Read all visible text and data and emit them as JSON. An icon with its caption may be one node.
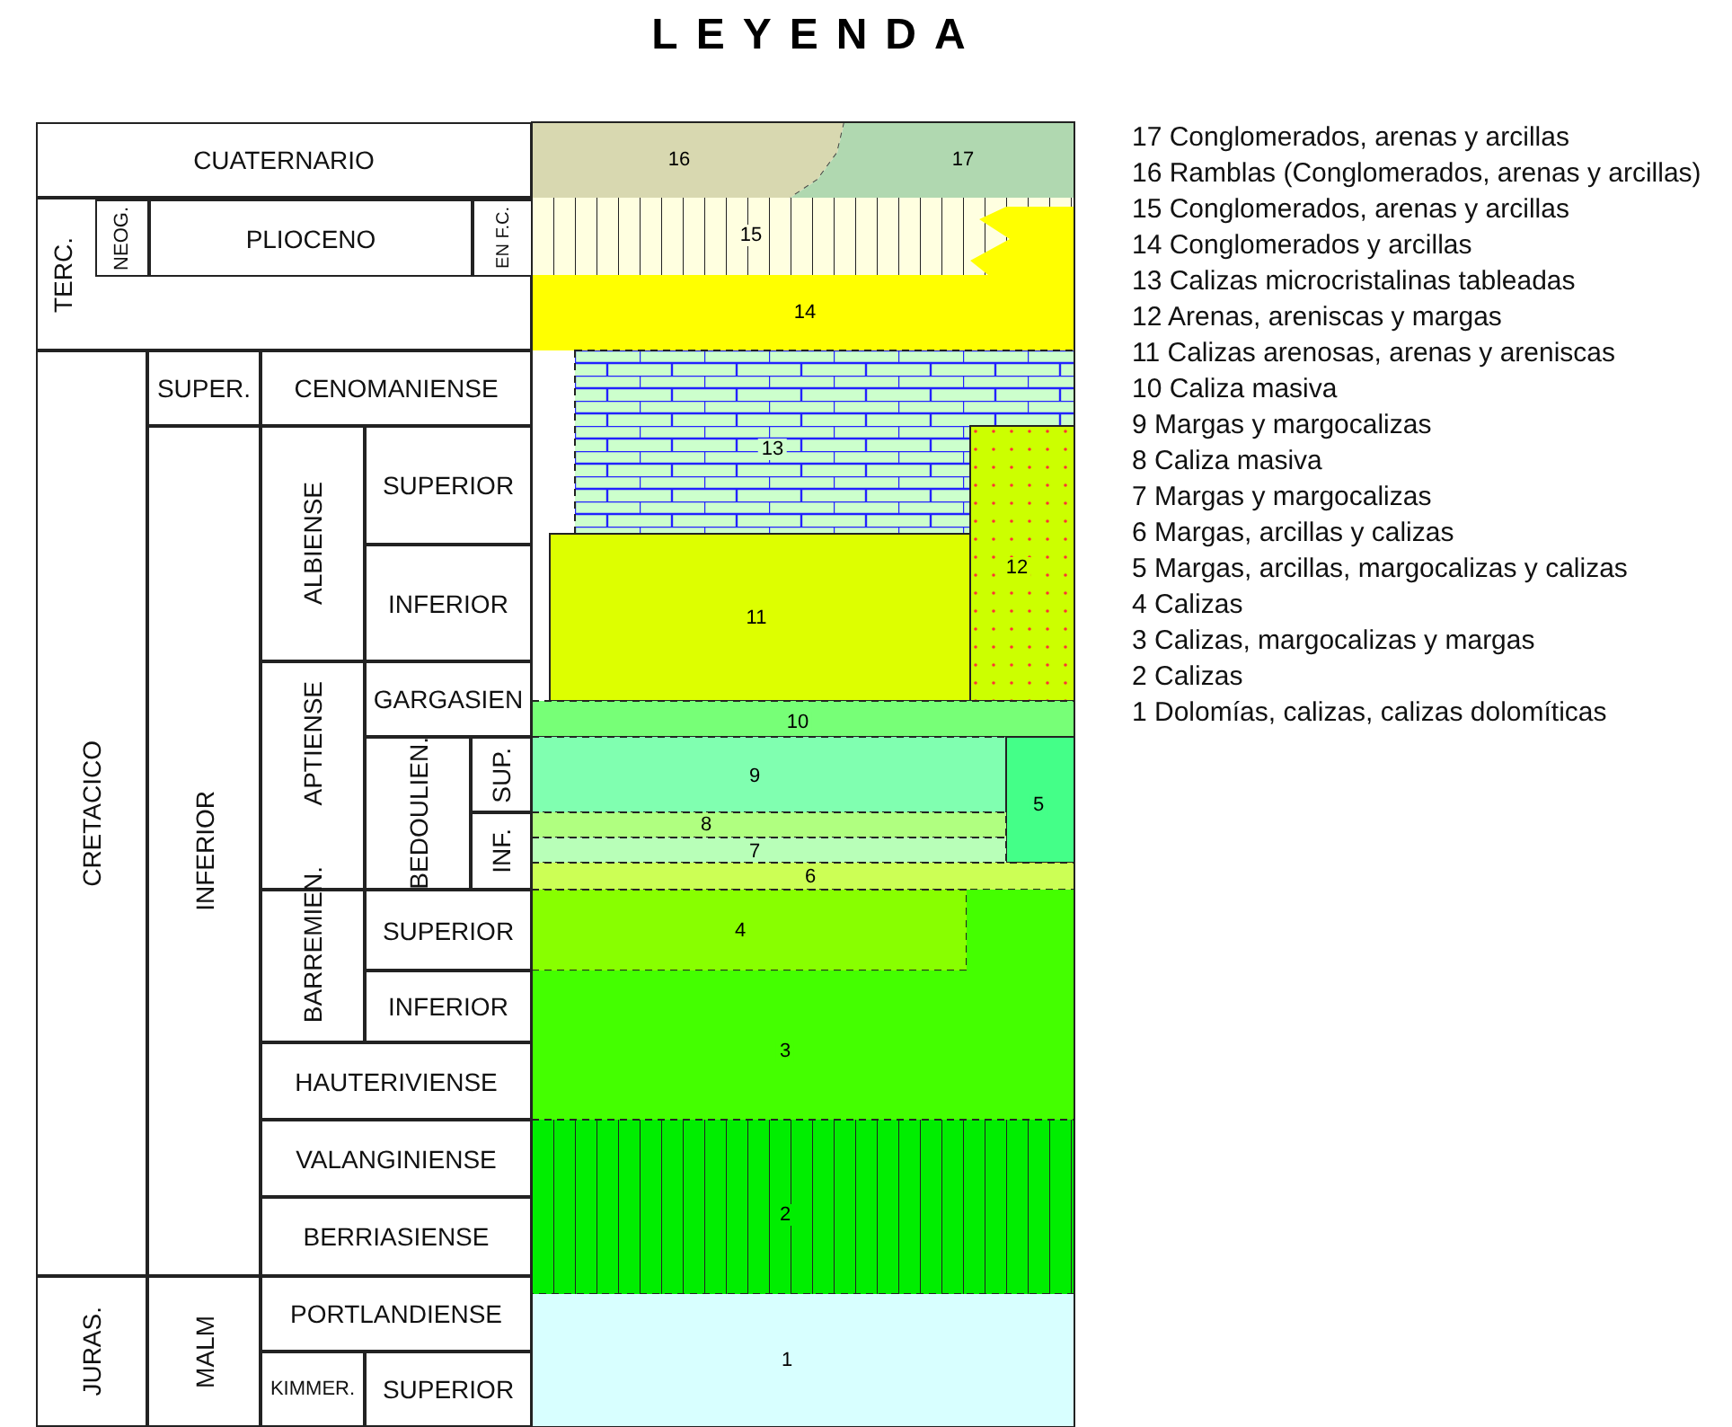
{
  "diagram": {
    "title": "LEYENDA",
    "nodes": [
      {
        "text": [
          "CUATERNARIO"
        ]
      },
      {
        "text": [
          "TERC."
        ]
      },
      {
        "text": [
          "NEOG."
        ],
        "in": 1
      },
      {
        "text": [
          "PLIOCENO"
        ],
        "in": 1
      },
      {
        "text": [
          "EN F.C."
        ],
        "in": 1
      },
      {
        "text": [
          "CRETACICO"
        ]
      },
      {
        "text": [
          "SUPER."
        ]
      },
      {
        "text": [
          "CENOMANIENSE"
        ]
      },
      {
        "text": [
          "INFERIOR"
        ]
      },
      {
        "text": [
          "ALBIENSE"
        ]
      },
      {
        "text": [
          "SUPERIOR"
        ]
      },
      {
        "text": [
          "INFERIOR"
        ]
      },
      {
        "text": [
          "APTIENSE"
        ]
      },
      {
        "text": [
          "GARGASIEN"
        ]
      },
      {
        "text": [
          "BEDOULIEN."
        ]
      },
      {
        "text": [
          "SUP."
        ]
      },
      {
        "text": [
          "INF."
        ]
      },
      {
        "text": [
          "BARREMIEN."
        ]
      },
      {
        "text": [
          "SUPERIOR"
        ]
      },
      {
        "text": [
          "INFERIOR"
        ]
      },
      {
        "text": [
          "HAUTERIVIENSE"
        ]
      },
      {
        "text": [
          "VALANGINIENSE"
        ]
      },
      {
        "text": [
          "BERRIASIENSE"
        ]
      },
      {
        "text": [
          "JURAS."
        ]
      },
      {
        "text": [
          "MALM"
        ]
      },
      {
        "text": [
          "PORTLANDIENSE"
        ]
      },
      {
        "text": [
          "KIMMER."
        ]
      },
      {
        "text": [
          "SUPERIOR"
        ]
      },
      {
        "text": [
          "16"
        ]
      },
      {
        "text": [
          "17"
        ]
      },
      {
        "text": [
          "15"
        ]
      },
      {
        "text": [
          "14"
        ]
      },
      {
        "text": [
          "13"
        ]
      },
      {
        "text": [
          "12"
        ]
      },
      {
        "text": [
          "11"
        ]
      },
      {
        "text": [
          "10"
        ]
      },
      {
        "text": [
          "9"
        ]
      },
      {
        "text": [
          "5"
        ]
      },
      {
        "text": [
          "8"
        ]
      },
      {
        "text": [
          "7"
        ]
      },
      {
        "text": [
          "6"
        ]
      },
      {
        "text": [
          "4"
        ]
      },
      {
        "text": [
          "3"
        ]
      },
      {
        "text": [
          "2"
        ]
      },
      {
        "text": [
          "1"
        ]
      }
    ],
    "labels": [
      "17 Conglomerados, arenas y arcillas",
      "16 Ramblas (Conglomerados, arenas y arcillas)",
      "15 Conglomerados, arenas y arcillas",
      "14 Conglomerados y arcillas",
      "13 Calizas microcristalinas tableadas",
      "12 Arenas, areniscas y margas",
      "11 Calizas arenosas, arenas y areniscas",
      "10 Caliza masiva",
      "9 Margas y margocalizas",
      "8 Caliza masiva",
      "7 Margas y margocalizas",
      "6 Margas, arcillas y calizas",
      "5 Margas, arcillas, margocalizas y calizas",
      "4 Calizas",
      "3 Calizas, margocalizas y margas",
      "2 Calizas",
      "1 Dolomías, calizas, calizas dolomíticas"
    ]
  }
}
